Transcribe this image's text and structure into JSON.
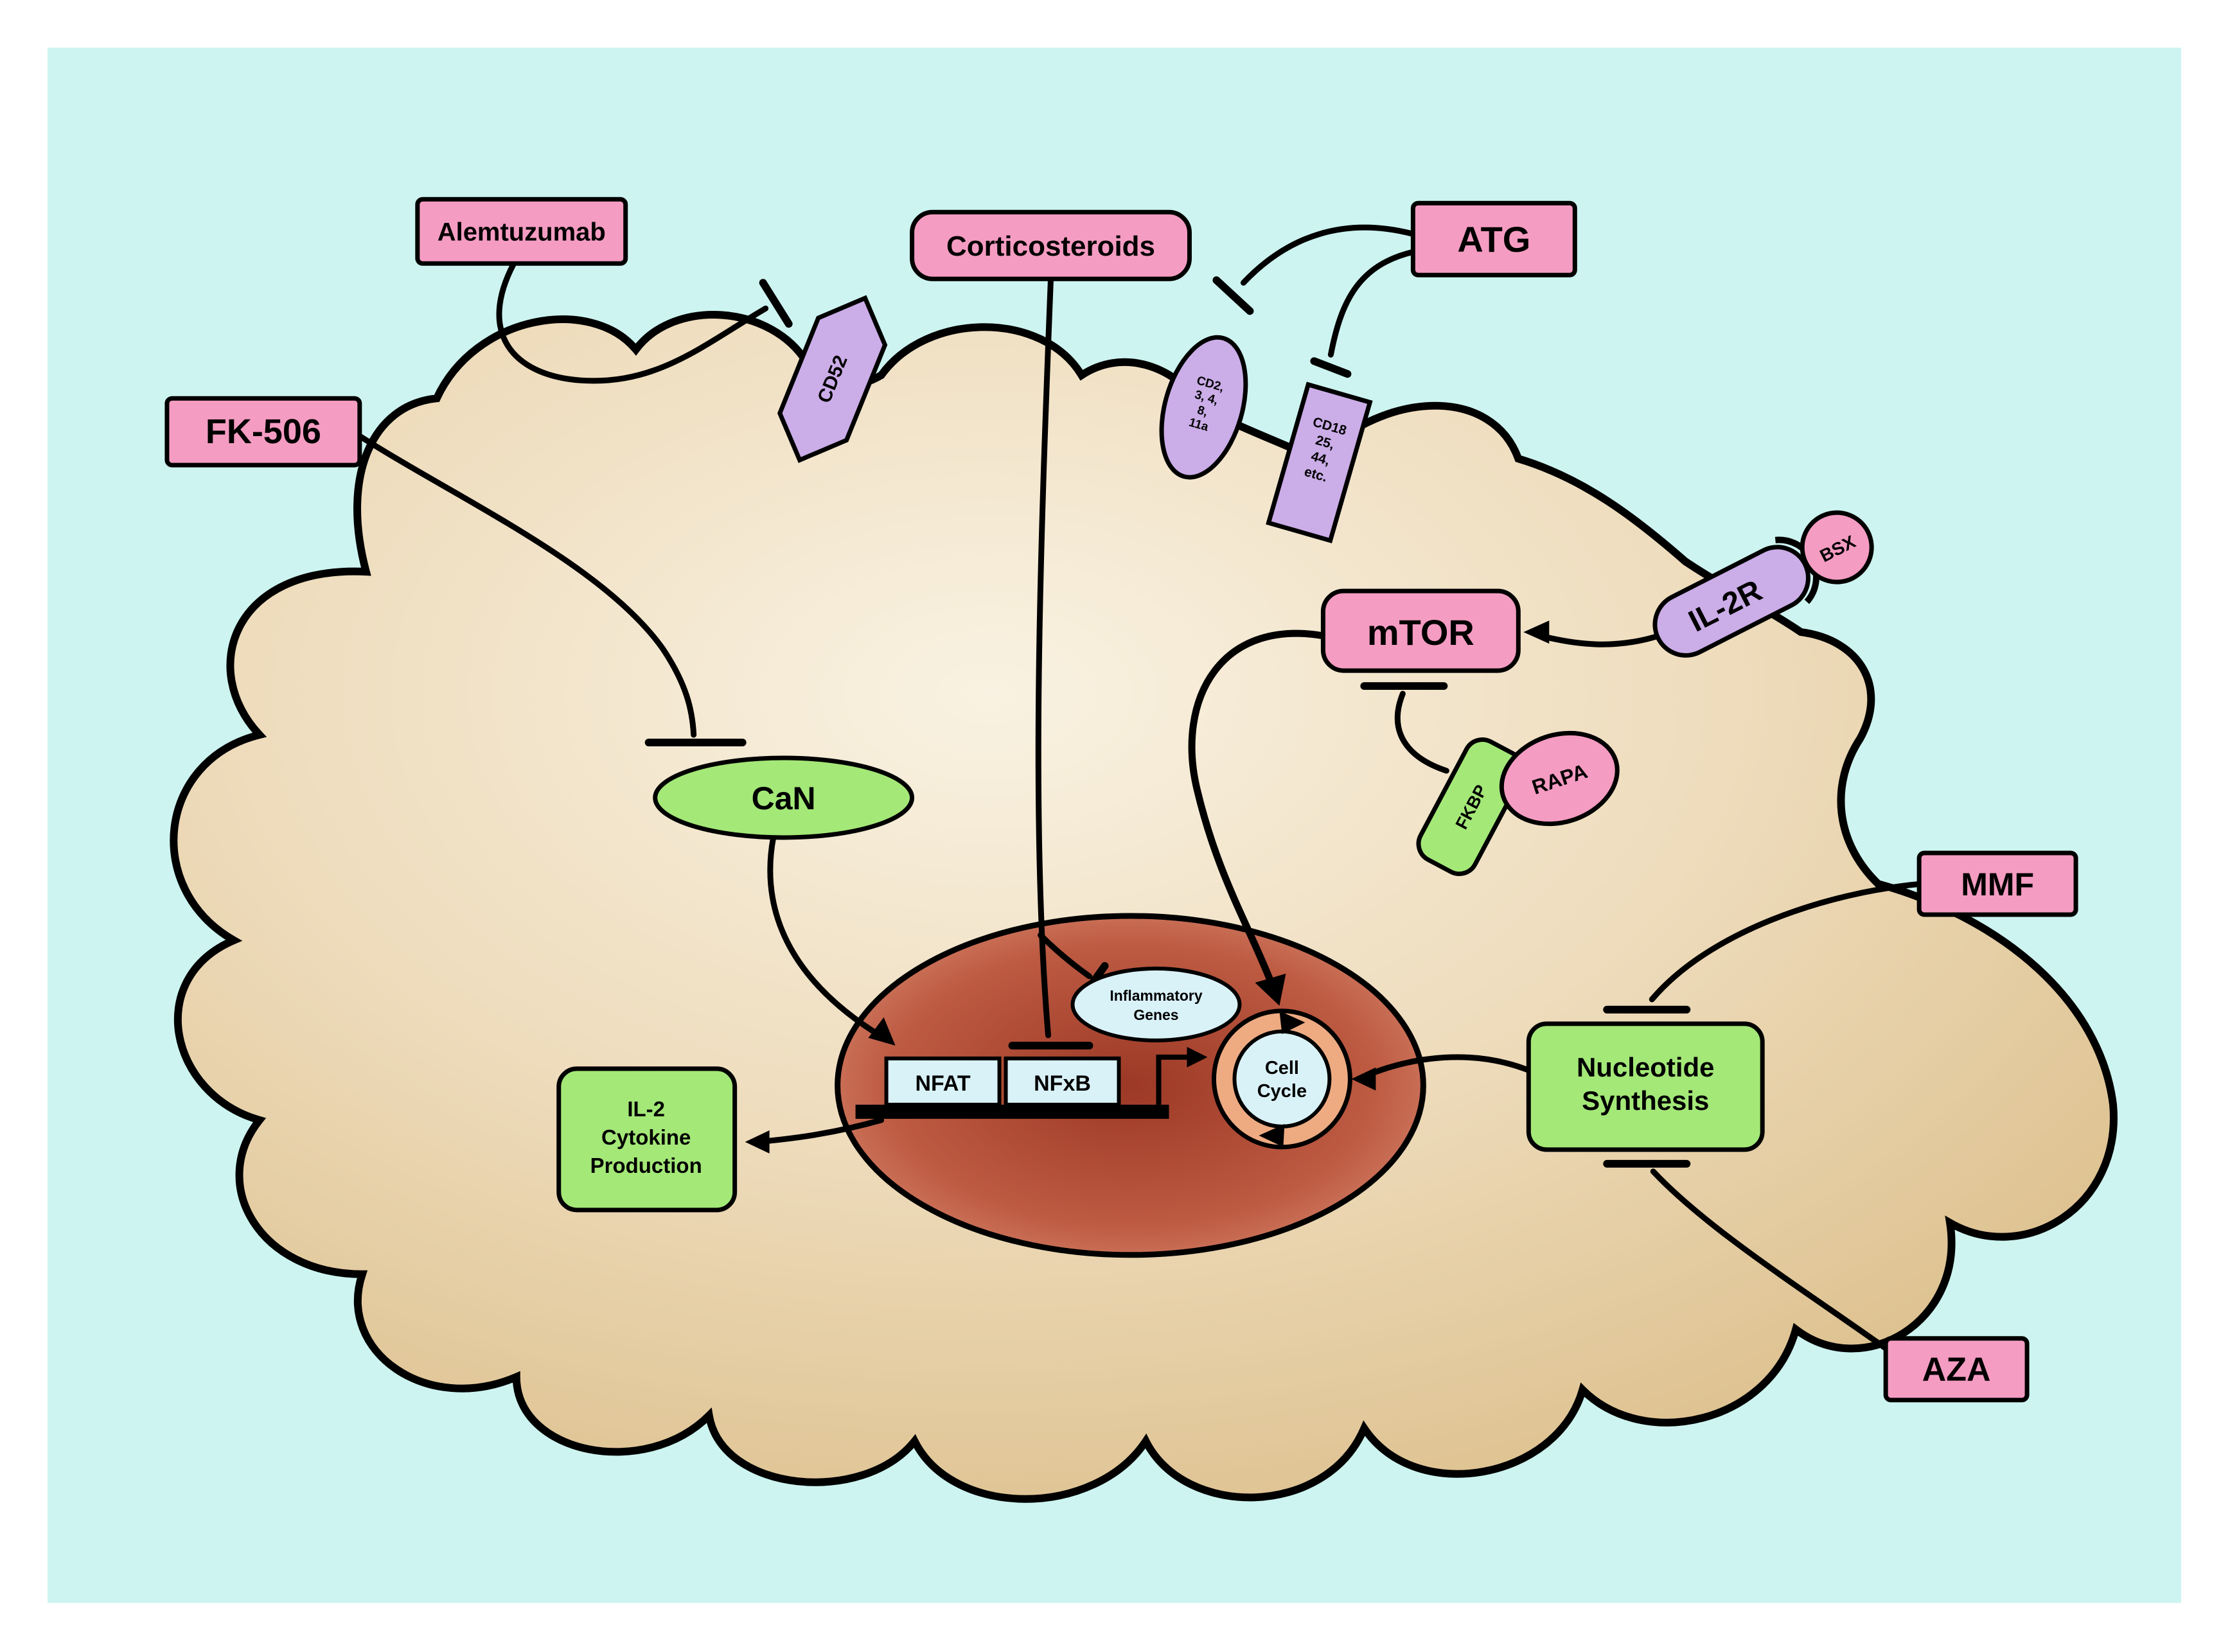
{
  "palette": {
    "background": "#cdf4f0",
    "page": "#ffffff",
    "drug_box": "#f59cc2",
    "receptor": "#cbade8",
    "enzyme_green": "#a4e878",
    "nucleus_item_blue": "#d9f2f8",
    "cell_light": "#f9f2e2",
    "cell_dark": "#d8b880",
    "nucleus_center": "#9c3926",
    "nucleus_edge": "#eca78e",
    "cycle_ring": "#eeab82",
    "outline": "#000000"
  },
  "drugs": {
    "alemtuzumab": "Alemtuzumab",
    "corticosteroids": "Corticosteroids",
    "atg": "ATG",
    "fk506": "FK-506",
    "mmf": "MMF",
    "aza": "AZA",
    "bsx": "BSX",
    "rapa": "RAPA"
  },
  "receptors": {
    "cd52": "CD52",
    "cd2_lines": [
      "CD2,",
      "3, 4,",
      "8,",
      "11a"
    ],
    "cd18_lines": [
      "CD18",
      "25,",
      "44,",
      "etc."
    ],
    "il2r": "IL-2R"
  },
  "signaling": {
    "can": "CaN",
    "mtor": "mTOR",
    "fkbp": "FKBP",
    "nucleotide_synthesis_lines": [
      "Nucleotide",
      "Synthesis"
    ],
    "il2_production_lines": [
      "IL-2",
      "Cytokine",
      "Production"
    ]
  },
  "nucleus": {
    "inflammatory_genes_lines": [
      "Inflammatory",
      "Genes"
    ],
    "nfat": "NFAT",
    "nfxb": "NFxB",
    "cell_cycle_lines": [
      "Cell",
      "Cycle"
    ]
  }
}
